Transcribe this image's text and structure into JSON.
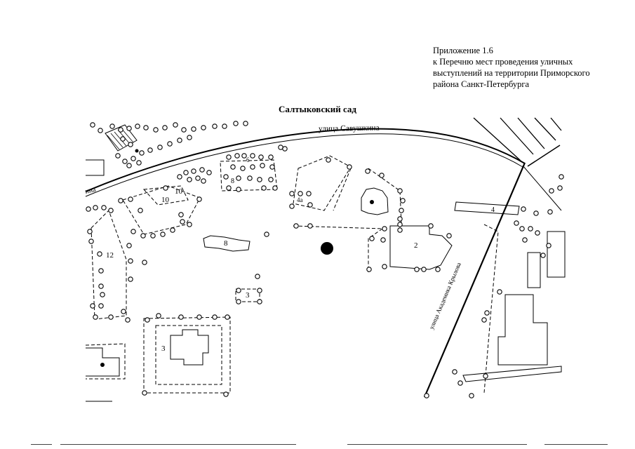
{
  "appendix": {
    "line1": "Приложение 1.6",
    "line2": "к Перечню мест проведения уличных",
    "line3": "выступлений на территории Приморского",
    "line4": "района Санкт-Петербурга"
  },
  "map": {
    "title": "Салтыковский сад",
    "streets": {
      "savushkina": "улица Савушкина",
      "savushkina_fragment": "ина",
      "krylova": "улица Академика Крылова"
    },
    "zones": {
      "z10a": "10",
      "z10b": "10",
      "z12": "12",
      "z8a": "8",
      "z8b": "8",
      "z6": "6",
      "z4a": "4a",
      "z2": "2",
      "z3a": "3",
      "z3b": "3",
      "z4": "4"
    }
  }
}
